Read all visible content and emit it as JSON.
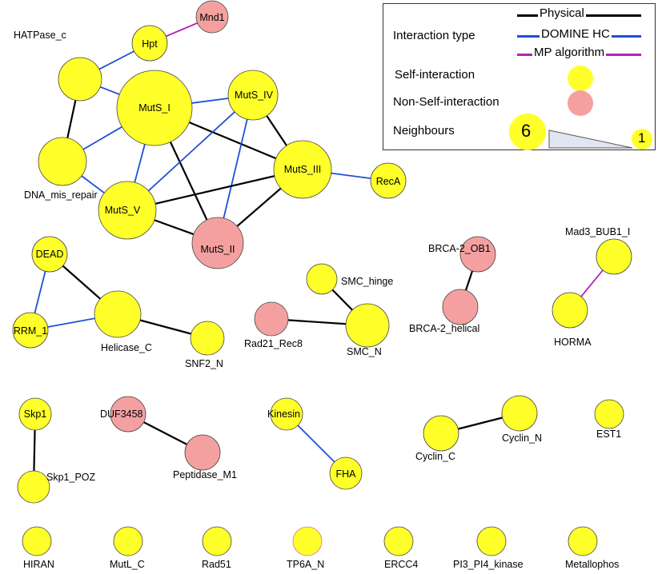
{
  "colors": {
    "self": "#ffff29",
    "non_self": "#f5a0a0",
    "physical": "#000000",
    "domine_hc": "#1f4fd6",
    "mp_algorithm": "#b520b5",
    "node_stroke": "#444444"
  },
  "legend": {
    "interaction_type_label": "Interaction type",
    "physical_label": "Physical",
    "domine_label": "DOMINE HC",
    "mp_label": "MP algorithm",
    "self_label": "Self-interaction",
    "non_self_label": "Non-Self-interaction",
    "neighbours_label": "Neighbours",
    "neighbours_max": "6",
    "neighbours_min": "1"
  },
  "nodes": [
    {
      "id": "mnd1",
      "label": "Mnd1",
      "type": "non_self"
    },
    {
      "id": "hpt",
      "label": "Hpt",
      "type": "self"
    },
    {
      "id": "hatpase",
      "label": "HATPase_c",
      "type": "self"
    },
    {
      "id": "muts1",
      "label": "MutS_I",
      "type": "self"
    },
    {
      "id": "muts4",
      "label": "MutS_IV",
      "type": "self"
    },
    {
      "id": "dnamis",
      "label": "DNA_mis_repair",
      "type": "self"
    },
    {
      "id": "muts3",
      "label": "MutS_III",
      "type": "self"
    },
    {
      "id": "reca",
      "label": "RecA",
      "type": "self"
    },
    {
      "id": "muts5",
      "label": "MutS_V",
      "type": "self"
    },
    {
      "id": "muts2",
      "label": "MutS_II",
      "type": "non_self"
    },
    {
      "id": "dead",
      "label": "DEAD",
      "type": "self"
    },
    {
      "id": "rrm1",
      "label": "RRM_1",
      "type": "self"
    },
    {
      "id": "helicase",
      "label": "Helicase_C",
      "type": "self"
    },
    {
      "id": "snf2",
      "label": "SNF2_N",
      "type": "self"
    },
    {
      "id": "smchinge",
      "label": "SMC_hinge",
      "type": "self"
    },
    {
      "id": "rad21",
      "label": "Rad21_Rec8",
      "type": "non_self"
    },
    {
      "id": "smcn",
      "label": "SMC_N",
      "type": "self"
    },
    {
      "id": "brcaob1",
      "label": "BRCA-2_OB1",
      "type": "non_self"
    },
    {
      "id": "brcahel",
      "label": "BRCA-2_helical",
      "type": "non_self"
    },
    {
      "id": "mad3",
      "label": "Mad3_BUB1_I",
      "type": "self"
    },
    {
      "id": "horma",
      "label": "HORMA",
      "type": "self"
    },
    {
      "id": "skp1",
      "label": "Skp1",
      "type": "self"
    },
    {
      "id": "skp1poz",
      "label": "Skp1_POZ",
      "type": "self"
    },
    {
      "id": "duf",
      "label": "DUF3458",
      "type": "non_self"
    },
    {
      "id": "pep",
      "label": "Peptidase_M1",
      "type": "non_self"
    },
    {
      "id": "kinesin",
      "label": "Kinesin",
      "type": "self"
    },
    {
      "id": "fha",
      "label": "FHA",
      "type": "self"
    },
    {
      "id": "cyclinc",
      "label": "Cyclin_C",
      "type": "self"
    },
    {
      "id": "cyclinn",
      "label": "Cyclin_N",
      "type": "self"
    },
    {
      "id": "est1",
      "label": "EST1",
      "type": "self"
    },
    {
      "id": "hiran",
      "label": "HIRAN",
      "type": "self"
    },
    {
      "id": "mutlc",
      "label": "MutL_C",
      "type": "self"
    },
    {
      "id": "rad51",
      "label": "Rad51",
      "type": "self"
    },
    {
      "id": "tp6a",
      "label": "TP6A_N",
      "type": "self"
    },
    {
      "id": "ercc4",
      "label": "ERCC4",
      "type": "self"
    },
    {
      "id": "pi3",
      "label": "PI3_PI4_kinase",
      "type": "self"
    },
    {
      "id": "metallo",
      "label": "Metallophos",
      "type": "self"
    }
  ],
  "edges": [
    {
      "source": "hpt",
      "target": "mnd1",
      "type": "mp_algorithm"
    },
    {
      "source": "hpt",
      "target": "hatpase",
      "type": "domine_hc"
    },
    {
      "source": "hatpase",
      "target": "muts1",
      "type": "domine_hc"
    },
    {
      "source": "hatpase",
      "target": "dnamis",
      "type": "physical"
    },
    {
      "source": "muts1",
      "target": "muts4",
      "type": "domine_hc"
    },
    {
      "source": "muts1",
      "target": "muts3",
      "type": "physical"
    },
    {
      "source": "muts1",
      "target": "muts5",
      "type": "domine_hc"
    },
    {
      "source": "muts1",
      "target": "muts2",
      "type": "physical"
    },
    {
      "source": "muts1",
      "target": "dnamis",
      "type": "domine_hc"
    },
    {
      "source": "muts4",
      "target": "muts3",
      "type": "physical"
    },
    {
      "source": "muts4",
      "target": "muts5",
      "type": "domine_hc"
    },
    {
      "source": "muts4",
      "target": "muts2",
      "type": "domine_hc"
    },
    {
      "source": "muts3",
      "target": "muts5",
      "type": "physical"
    },
    {
      "source": "muts3",
      "target": "muts2",
      "type": "physical"
    },
    {
      "source": "muts3",
      "target": "reca",
      "type": "domine_hc"
    },
    {
      "source": "muts5",
      "target": "muts2",
      "type": "physical"
    },
    {
      "source": "muts5",
      "target": "dnamis",
      "type": "domine_hc"
    },
    {
      "source": "dead",
      "target": "rrm1",
      "type": "domine_hc"
    },
    {
      "source": "dead",
      "target": "helicase",
      "type": "physical"
    },
    {
      "source": "rrm1",
      "target": "helicase",
      "type": "domine_hc"
    },
    {
      "source": "helicase",
      "target": "snf2",
      "type": "physical"
    },
    {
      "source": "smchinge",
      "target": "smcn",
      "type": "physical"
    },
    {
      "source": "rad21",
      "target": "smcn",
      "type": "physical"
    },
    {
      "source": "brcaob1",
      "target": "brcahel",
      "type": "physical"
    },
    {
      "source": "mad3",
      "target": "horma",
      "type": "mp_algorithm"
    },
    {
      "source": "skp1",
      "target": "skp1poz",
      "type": "physical"
    },
    {
      "source": "duf",
      "target": "pep",
      "type": "physical"
    },
    {
      "source": "kinesin",
      "target": "fha",
      "type": "domine_hc"
    },
    {
      "source": "cyclinc",
      "target": "cyclinn",
      "type": "physical"
    }
  ]
}
